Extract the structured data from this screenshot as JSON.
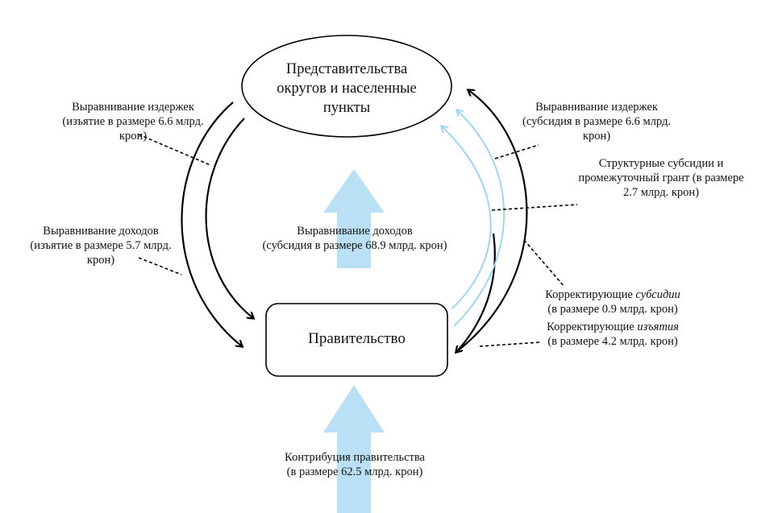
{
  "nodes": {
    "municipalities": [
      "Представительства",
      "округов и населенные",
      "пункты"
    ],
    "government": "Правительство"
  },
  "left_labels": {
    "cost_equalization": [
      "Выравнивание издержек",
      "(изъятие в размере 6.6 млрд.",
      "крон)"
    ],
    "income_equalization": [
      "Выравнивание доходов",
      "(изъятие в размере 5.7 млрд.",
      "крон)"
    ]
  },
  "center_labels": {
    "income_equalization": [
      "Выравнивание доходов",
      "(субсидия в размере 68.9 млрд. крон)"
    ],
    "gov_contribution": [
      "Контрибуция правительства",
      "(в размере 62.5 млрд. крон)"
    ]
  },
  "right_labels": {
    "cost_equalization": [
      "Выравнивание издержек",
      "(субсидия в размере 6.6 млрд.",
      "крон)"
    ],
    "structural_subsidies": [
      "Структурные субсидии и",
      "промежуточный грант (в размере",
      "2.7 млрд. крон)"
    ],
    "adjusting_subsidies": {
      "prefix": "Корректирующие ",
      "italic": "субсидии",
      "line2": "(в размере 0.9 млрд. крон)"
    },
    "adjusting_withdrawals": {
      "prefix": "Корректирующие ",
      "italic": "изъятия",
      "line2": "(в размере 4.2 млрд. крон)"
    }
  },
  "colors": {
    "arrow_black": "#000000",
    "arrow_light_blue": "#b9e0f5",
    "thin_blue": "#9fd6ef"
  }
}
